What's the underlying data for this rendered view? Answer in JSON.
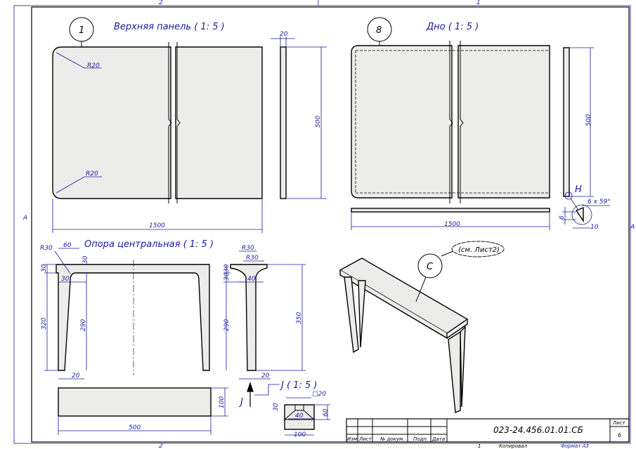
{
  "frame": {
    "zone_top": [
      "2",
      "1"
    ],
    "zone_side": [
      "A",
      "A"
    ],
    "zone_bottom": [
      "2",
      "1"
    ]
  },
  "views": {
    "top_panel": {
      "callout": "1",
      "title": "Верхняя панель ( 1: 5 )",
      "r1": "R20",
      "r2": "R20",
      "thick": "20",
      "height": "500",
      "length": "1500"
    },
    "bottom": {
      "callout": "8",
      "title": "Дно ( 1: 5 )",
      "height": "500",
      "length": "1500",
      "detail": "H",
      "chamfer": "6 x 59°",
      "d6": "6",
      "d10": "10"
    },
    "support": {
      "title": "Опора центральная ( 1: 5 )",
      "r30a": "R30",
      "d60": "60",
      "d30a": "30",
      "d30b": "30",
      "d30c": "30",
      "d320": "320",
      "d290": "290",
      "d20": "20",
      "side_r30a": "R30",
      "side_r30b": "R30",
      "side_30a": "30",
      "side_30b": "30",
      "side_40": "40",
      "side_290": "290",
      "side_350": "350",
      "side_20": "20",
      "plan_100": "100",
      "plan_500": "500"
    },
    "section": {
      "arrow": "J",
      "title": "J ( 1: 5 )",
      "sq": "□20",
      "d30": "30",
      "d40": "40",
      "d60": "60",
      "d100": "100"
    },
    "iso": {
      "callout": "C",
      "note": "(см. Лист2)"
    }
  },
  "title_block": {
    "headers": [
      "Изм.",
      "Лист",
      "№ докум.",
      "Подп.",
      "Дата"
    ],
    "designation": "023-24.456.01.01.СБ",
    "sheet_label": "Лист",
    "sheet": "6",
    "footer_num": "1",
    "copied": "Копировал",
    "format": "Формат А3"
  },
  "colors": {
    "line": "#000000",
    "dims": "#1a1aa0",
    "fill": "#ececea"
  }
}
